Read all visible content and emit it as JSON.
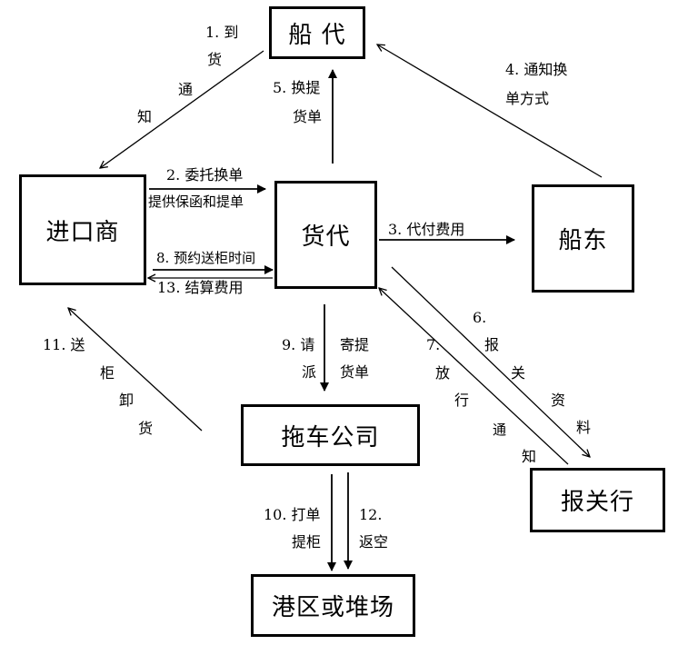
{
  "diagram": {
    "nodes": {
      "shipping_agent": "船 代",
      "importer": "进口商",
      "freight_forwarder": "货代",
      "shipowner": "船东",
      "trucking_company": "拖车公司",
      "customs_broker": "报关行",
      "port_yard": "港区或堆场"
    },
    "edges": [
      {
        "id": "e1",
        "from": "shipping_agent",
        "to": "importer",
        "step": "1.",
        "label_parts": [
          "1. 到",
          "货",
          "通",
          "知"
        ]
      },
      {
        "id": "e2",
        "from": "importer",
        "to": "freight_forwarder",
        "step": "2.",
        "label_parts": [
          "2. 委托换单",
          "提供保函和提单"
        ]
      },
      {
        "id": "e3",
        "from": "freight_forwarder",
        "to": "shipowner",
        "step": "3.",
        "label_parts": [
          "3. 代付费用"
        ]
      },
      {
        "id": "e4",
        "from": "shipowner",
        "to": "shipping_agent",
        "step": "4.",
        "label_parts": [
          "4. 通知换",
          "单方式"
        ]
      },
      {
        "id": "e5",
        "from": "freight_forwarder",
        "to": "shipping_agent",
        "step": "5.",
        "label_parts": [
          "5. 换提",
          "货单"
        ]
      },
      {
        "id": "e6",
        "from": "freight_forwarder",
        "to": "customs_broker",
        "step": "6.",
        "label_parts": [
          "6.",
          "报",
          "关",
          "资",
          "料"
        ]
      },
      {
        "id": "e7",
        "from": "customs_broker",
        "to": "freight_forwarder",
        "step": "7.",
        "label_parts": [
          "7.",
          "放",
          "行",
          "通",
          "知"
        ]
      },
      {
        "id": "e8",
        "from": "importer",
        "to": "freight_forwarder",
        "step": "8.",
        "label_parts": [
          "8. 预约送柜时间"
        ]
      },
      {
        "id": "e9",
        "from": "freight_forwarder",
        "to": "trucking_company",
        "step": "9.",
        "label_parts": [
          "9. 请",
          "派",
          "寄提",
          "货单"
        ]
      },
      {
        "id": "e10",
        "from": "trucking_company",
        "to": "port_yard",
        "step": "10.",
        "label_parts": [
          "10. 打单",
          "提柜"
        ]
      },
      {
        "id": "e11",
        "from": "trucking_company",
        "to": "importer",
        "step": "11.",
        "label_parts": [
          "11. 送",
          "柜",
          "卸",
          "货"
        ]
      },
      {
        "id": "e12",
        "from": "trucking_company",
        "to": "port_yard",
        "step": "12.",
        "label_parts": [
          "12.",
          "返空"
        ]
      },
      {
        "id": "e13",
        "from": "freight_forwarder",
        "to": "importer",
        "step": "13.",
        "label_parts": [
          "13. 结算费用"
        ]
      }
    ]
  },
  "colors": {
    "line": "#000000",
    "background": "#ffffff"
  }
}
